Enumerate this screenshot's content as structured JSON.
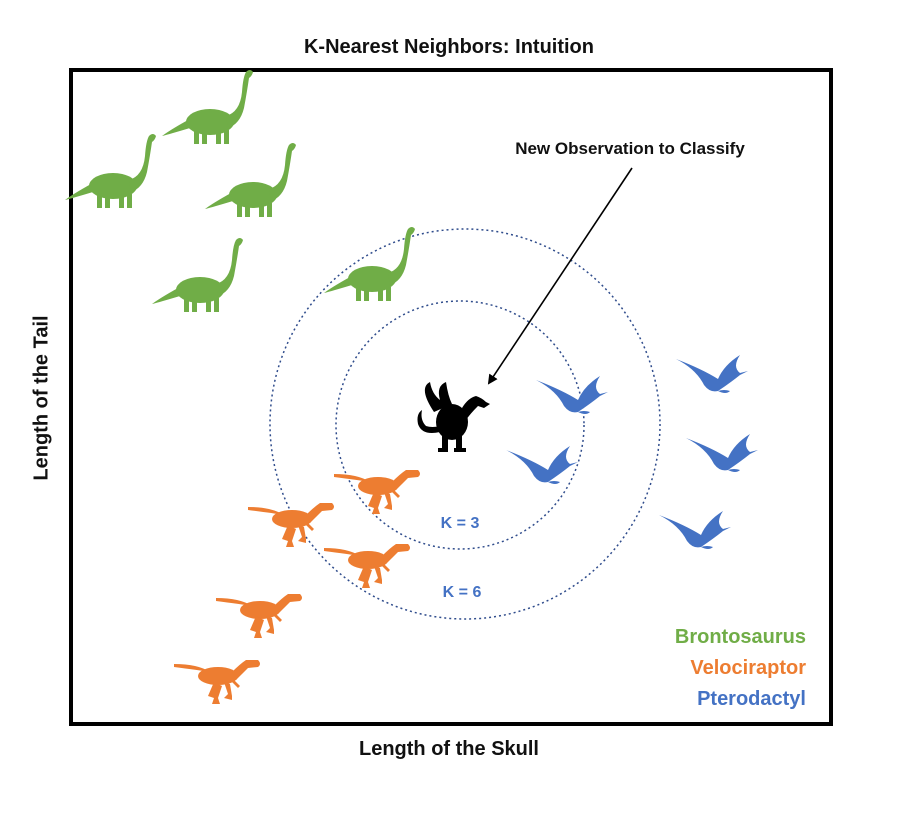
{
  "title": "K-Nearest Neighbors: Intuition",
  "x_axis_label": "Length of the Skull",
  "y_axis_label": "Length of the Tail",
  "annotation": "New Observation to Classify",
  "circles": [
    {
      "label": "K = 3"
    },
    {
      "label": "K = 6"
    }
  ],
  "legend": [
    {
      "name": "Brontosaurus",
      "color": "#70AD47"
    },
    {
      "name": "Velociraptor",
      "color": "#ED7D31"
    },
    {
      "name": "Pterodactyl",
      "color": "#4472C4"
    }
  ],
  "colors": {
    "brontosaurus": "#70AD47",
    "velociraptor": "#ED7D31",
    "pterodactyl": "#4472C4",
    "new_observation": "#000000",
    "circle": "#2F4C8C"
  },
  "icons": {
    "brontosaurus": "brontosaurus-icon",
    "velociraptor": "velociraptor-icon",
    "pterodactyl": "pterodactyl-icon",
    "new_observation": "dragon-icon"
  }
}
